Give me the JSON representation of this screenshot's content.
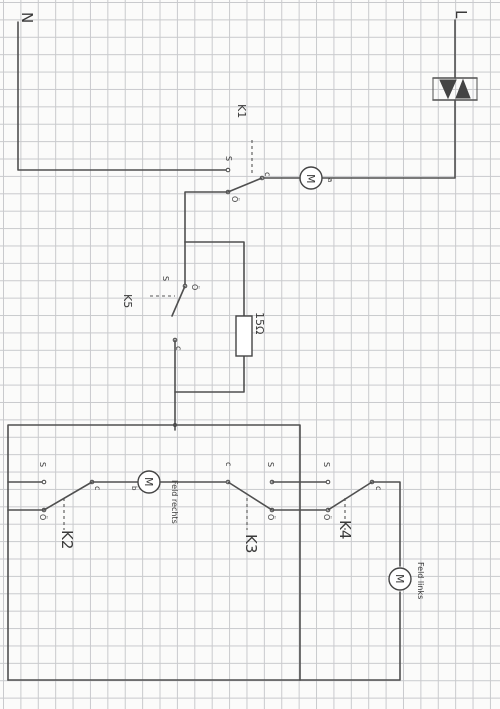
{
  "supply": {
    "neutral_label": "N",
    "line_label": "L"
  },
  "relays": {
    "k1": {
      "label": "K1",
      "s": "S",
      "c": "c",
      "o": "Ö"
    },
    "k5": {
      "label": "K5",
      "s": "S",
      "c": "c",
      "o": "Ö"
    },
    "k2": {
      "label": "K2",
      "s": "S",
      "c": "c",
      "o": "Ö"
    },
    "k3": {
      "label": "K3",
      "s": "S",
      "c": "c",
      "o": "Ö"
    },
    "k4": {
      "label": "K4",
      "s": "S",
      "c": "c",
      "o": "Ö"
    }
  },
  "resistor": {
    "value": "15Ω"
  },
  "motors": {
    "main": {
      "symbol": "M",
      "terminal": "a"
    },
    "right": {
      "symbol": "M",
      "terminal": "b",
      "label": "Feld rechts"
    },
    "left": {
      "symbol": "M",
      "label": "Feld links"
    }
  }
}
